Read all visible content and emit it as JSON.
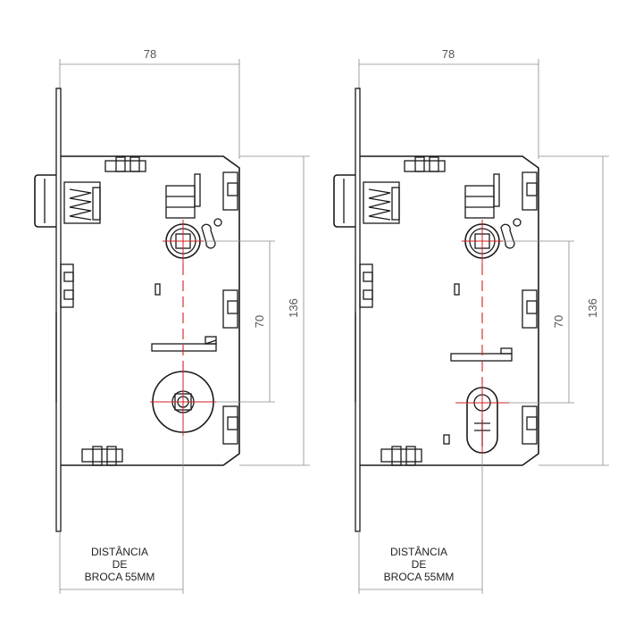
{
  "colors": {
    "outline": "#1a1a1a",
    "dimension": "#8a8a8a",
    "center_line": "#d02020",
    "background": "#ffffff"
  },
  "left_lock": {
    "width_dim": "78",
    "height_dim": "136",
    "center_dim": "70",
    "caption": [
      "DISTÂNCIA",
      "DE",
      "BROCA 55MM"
    ]
  },
  "right_lock": {
    "width_dim": "78",
    "height_dim": "136",
    "center_dim": "70",
    "caption": [
      "DISTÂNCIA",
      "DE",
      "BROCA 55MM"
    ]
  }
}
